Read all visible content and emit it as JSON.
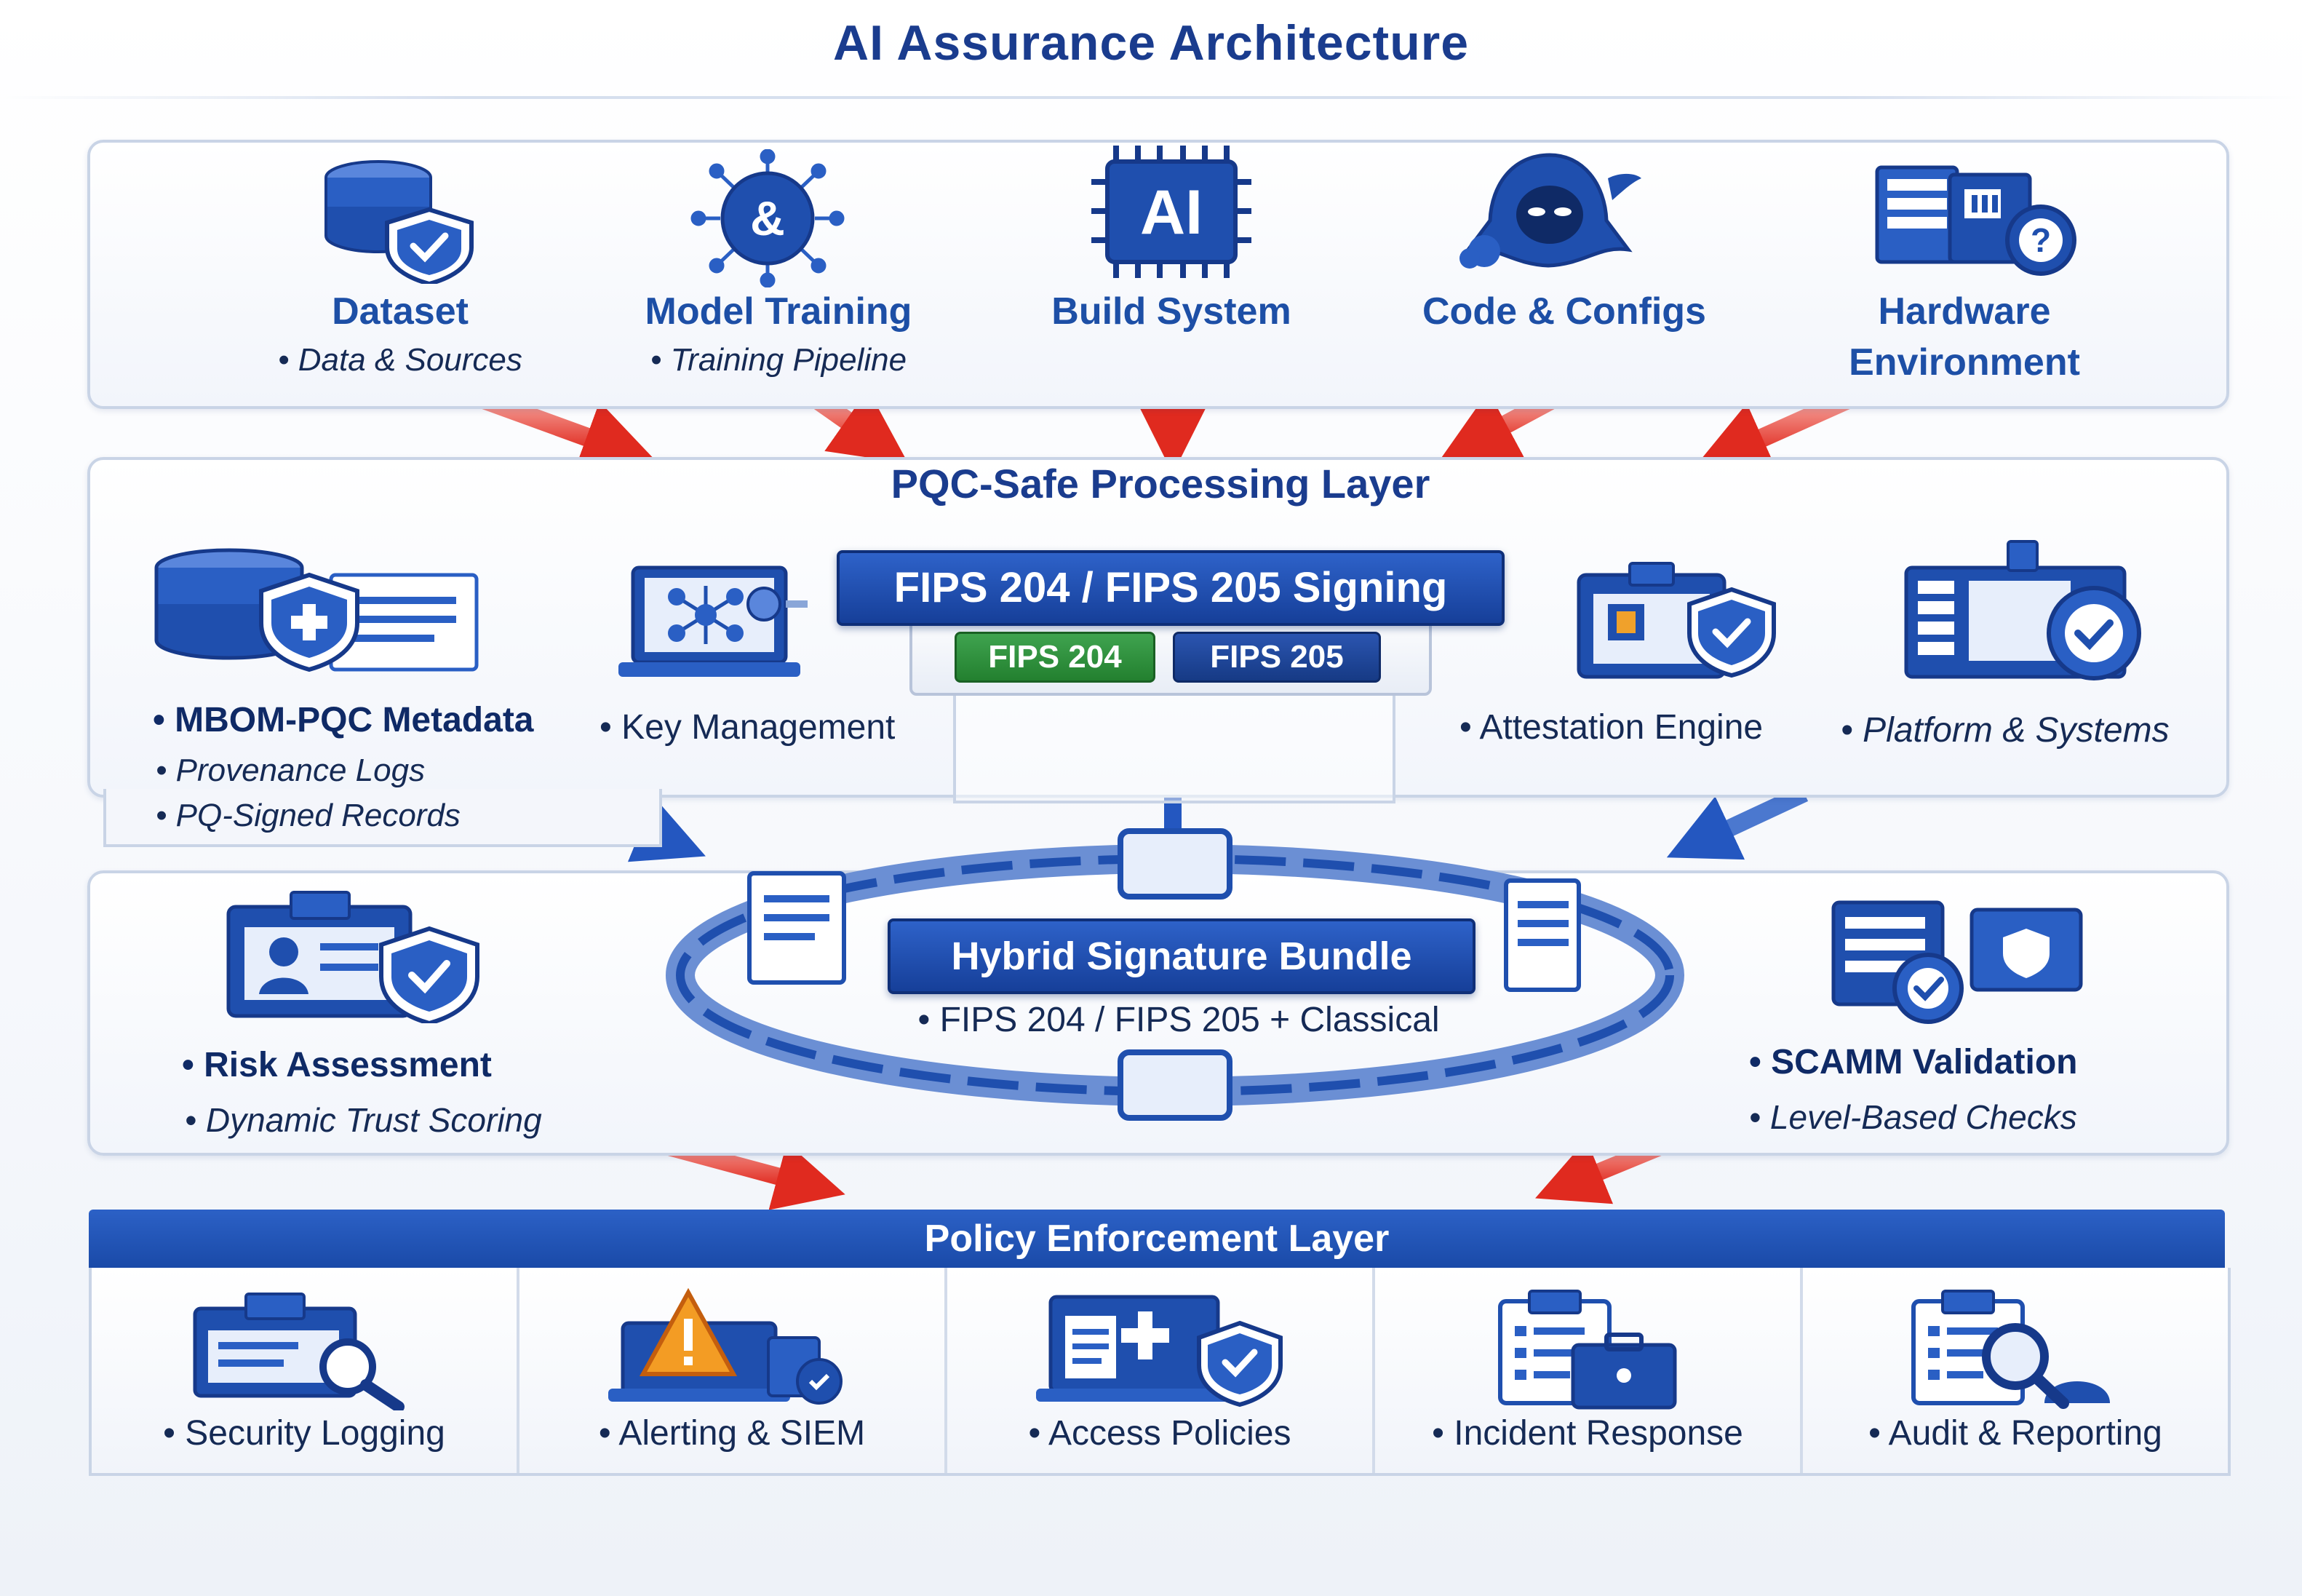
{
  "title": "AI Assurance Architecture",
  "sources": [
    {
      "label": "Dataset",
      "sub": "• Data & Sources",
      "icon": "database-shield-icon"
    },
    {
      "label": "Model Training",
      "sub": "• Training Pipeline",
      "icon": "neural-chip-icon"
    },
    {
      "label": "Build System",
      "sub": "",
      "icon": "ai-chip-icon"
    },
    {
      "label": "Code & Configs",
      "sub": "",
      "icon": "hooded-threat-actor-icon"
    },
    {
      "label": "Hardware",
      "sub": "Environment",
      "icon": "server-gear-icon"
    }
  ],
  "processing": {
    "title": "PQC-Safe Processing Layer",
    "signing_banner": "FIPS 204 / FIPS 205 Signing",
    "chip_a": "FIPS 204",
    "chip_b": "FIPS 205",
    "mbom": {
      "title": "• MBOM-PQC Metadata",
      "sub1": "• Provenance Logs",
      "sub2": "• PQ-Signed Records"
    },
    "key_management": "• Key Management",
    "attestation": "• Attestation Engine",
    "platform": "• Platform & Systems"
  },
  "bundle": {
    "title": "Hybrid Signature Bundle",
    "sub": "• FIPS 204 / FIPS 205 + Classical",
    "risk": {
      "title": "• Risk Assessment",
      "sub": "• Dynamic Trust Scoring"
    },
    "scamm": {
      "title": "• SCAMM Validation",
      "sub": "• Level-Based Checks"
    }
  },
  "policy": {
    "title": "Policy Enforcement Layer",
    "items": [
      {
        "label": "• Security Logging",
        "icon": "log-search-icon"
      },
      {
        "label": "• Alerting & SIEM",
        "icon": "alert-monitor-icon"
      },
      {
        "label": "• Access Policies",
        "icon": "access-shield-icon"
      },
      {
        "label": "• Incident Response",
        "icon": "clipboard-briefcase-icon"
      },
      {
        "label": "• Audit & Reporting",
        "icon": "audit-search-icon"
      }
    ]
  },
  "colors": {
    "navy": "#1a3c8e",
    "blue": "#2a5fc4",
    "red_arrow": "#e23a2e",
    "green_chip": "#2e8b3e"
  }
}
